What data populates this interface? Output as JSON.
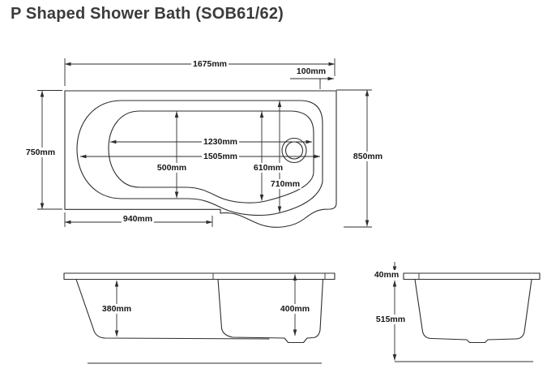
{
  "title": "P Shaped Shower Bath (SOB61/62)",
  "views": {
    "plan": {
      "dims": {
        "overall_length": "1675mm",
        "end_ledge_width": "100mm",
        "overall_width_left": "750mm",
        "overall_width_shower_end": "850mm",
        "inner_length": "1230mm",
        "rim_length": "1505mm",
        "inner_width": "500mm",
        "inner_width_shower_end": "610mm",
        "rim_width_shower_end": "710mm",
        "front_edge_straight": "940mm"
      }
    },
    "side": {
      "dims": {
        "inner_depth_bath_end": "380mm",
        "inner_depth_shower_end": "400mm"
      }
    },
    "end": {
      "dims": {
        "rim_thickness": "40mm",
        "height_below_rim": "515mm"
      }
    }
  },
  "colors": {
    "line": "#2e2e2e",
    "text": "#161616",
    "background": "#ffffff",
    "title": "#3b3b3b"
  }
}
